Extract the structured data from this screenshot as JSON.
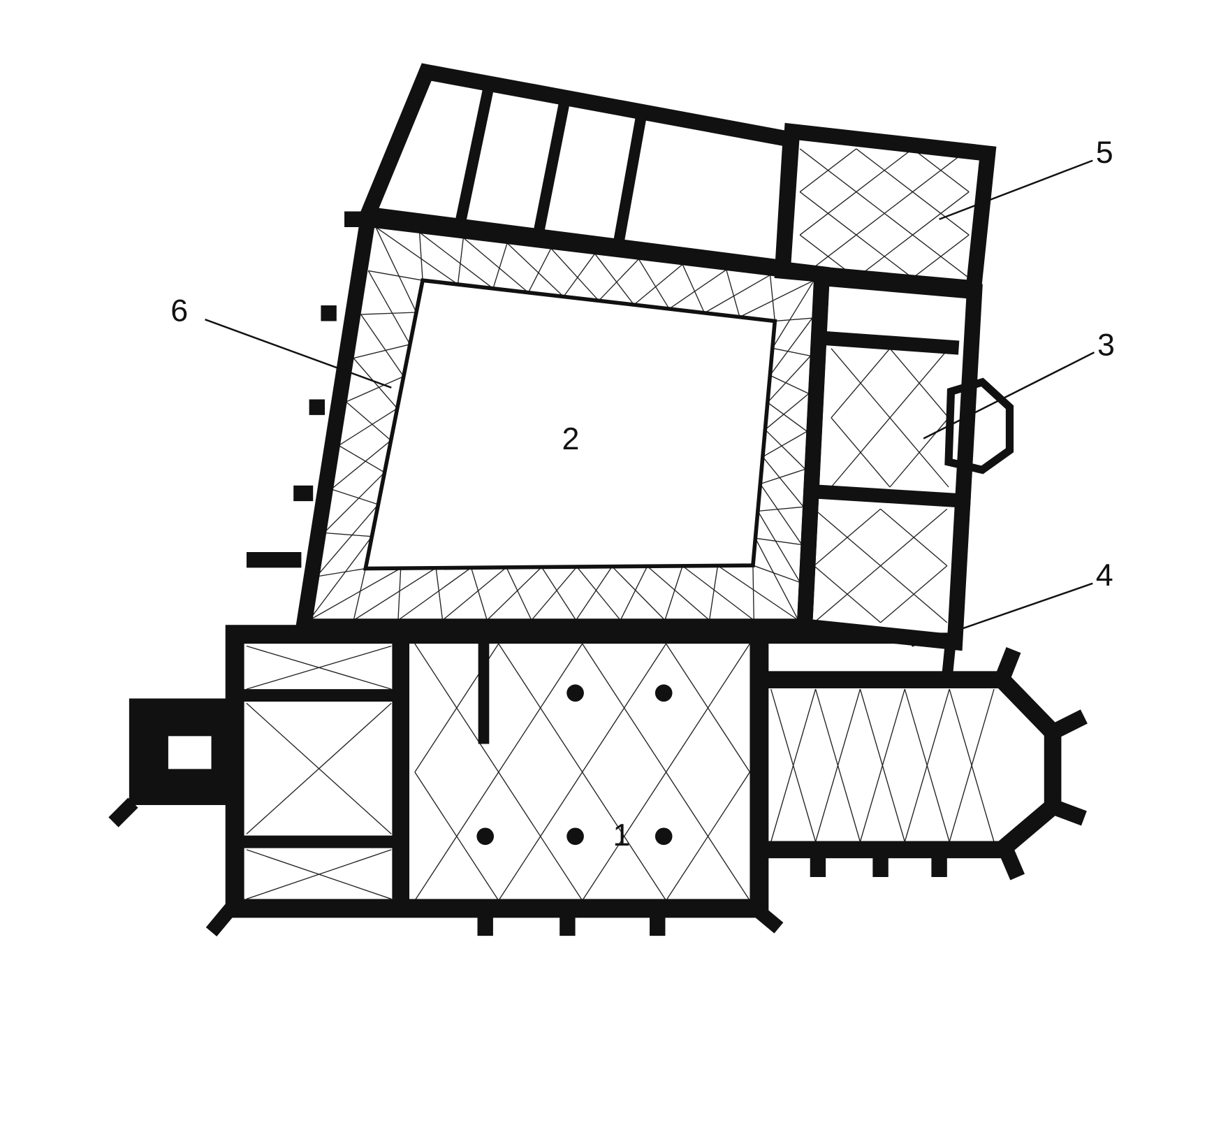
{
  "diagram": {
    "type": "architectural-floor-plan",
    "labels": [
      {
        "id": "1",
        "text": "1"
      },
      {
        "id": "2",
        "text": "2"
      },
      {
        "id": "3",
        "text": "3"
      },
      {
        "id": "4",
        "text": "4"
      },
      {
        "id": "5",
        "text": "5"
      },
      {
        "id": "6",
        "text": "6"
      }
    ]
  },
  "colors": {
    "ink": "#111111",
    "paper": "#ffffff"
  }
}
